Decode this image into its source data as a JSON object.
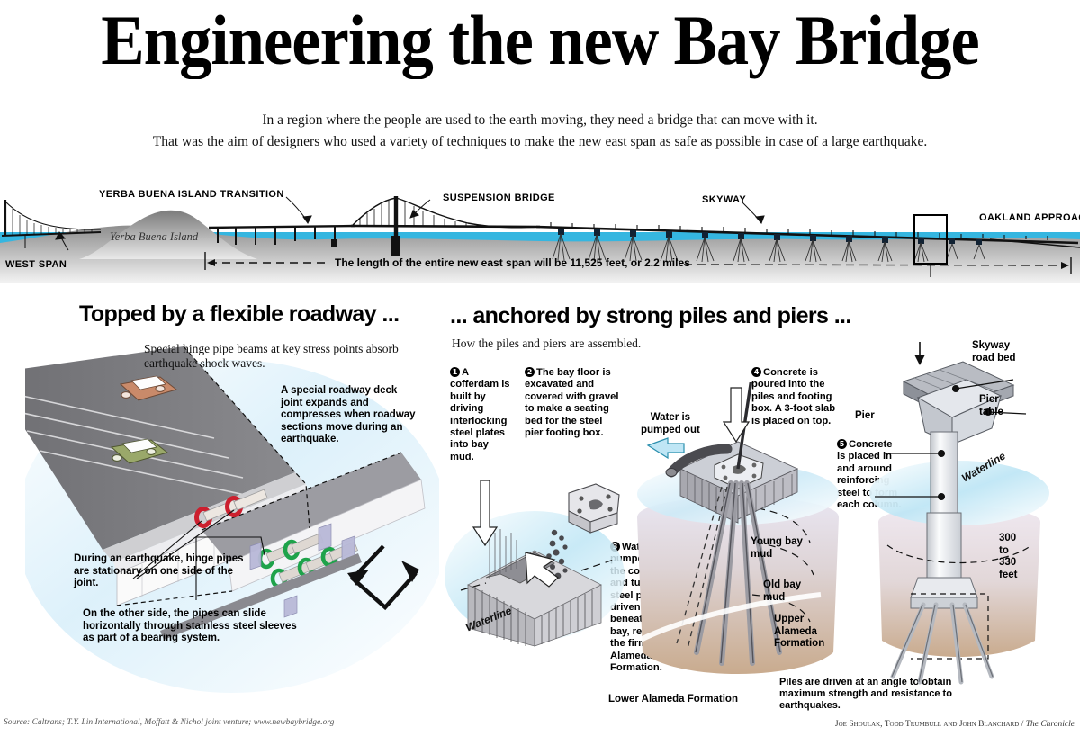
{
  "headline": "Engineering the new Bay Bridge",
  "deck": {
    "line1": "In a region where the people are used to the earth moving, they need a bridge that can move with it.",
    "line2": "That was the aim of designers who used a variety of techniques to make the new east span as safe as possible in case of a large earthquake."
  },
  "elevation": {
    "labels": {
      "west_span": "WEST SPAN",
      "yerba_buena_transition": "YERBA BUENA ISLAND TRANSITION",
      "suspension_bridge": "SUSPENSION BRIDGE",
      "skyway": "SKYWAY",
      "oakland_approach": "OAKLAND APPROACH",
      "island": "Yerba Buena Island"
    },
    "span_note": "The length of the entire new east span will be 11,525 feet, or 2.2 miles"
  },
  "left_panel": {
    "title": "Topped by a flexible roadway ...",
    "note_hinge": "Special hinge pipe beams at key stress points absorb earthquake shock waves.",
    "note_joint": "A special roadway deck joint expands and compresses when roadway sections move during an earthquake.",
    "note_stationary": "During an earthquake, hinge pipes are stationary on one side of the joint.",
    "note_slide": "On the other side, the pipes can slide horizontally through stainless steel sleeves as part of a bearing system."
  },
  "right_panel": {
    "title": "... anchored by strong piles and piers ...",
    "intro": "How the piles and piers are assembled.",
    "steps": [
      {
        "num": "1",
        "text": "A cofferdam is built by driving interlocking steel plates into bay mud."
      },
      {
        "num": "2",
        "text": "The bay floor is excavated and covered with gravel to make a seating bed for the steel pier footing box."
      },
      {
        "num": "3",
        "text": "Water is pumped out of the cofferdam, and tubular steel piles are driven deep beneath the bay, reaching the firmer Alameda Formation."
      },
      {
        "num": "4",
        "text": "Concrete is poured into the piles and footing box. A 3-foot slab is placed on top."
      },
      {
        "num": "5",
        "text": "Concrete is placed in and around reinforcing steel to form each column."
      }
    ],
    "callouts": {
      "water_pumped_out": "Water is\npumped out",
      "waterline_1": "Waterline",
      "waterline_2": "Waterline",
      "young_bay_mud": "Young bay\nmud",
      "old_bay_mud": "Old bay\nmud",
      "upper_alameda": "Upper\nAlameda\nFormation",
      "lower_alameda": "Lower Alameda Formation",
      "piles_angle": "Piles are driven at an angle to obtain maximum strength and resistance to earthquakes.",
      "skyway_road_bed": "Skyway\nroad bed",
      "pier_table": "Pier\ntable",
      "pier": "Pier",
      "depth": "300\nto\n330\nfeet"
    }
  },
  "footer": {
    "source": "Source: Caltrans; T.Y. Lin International, Moffatt & Nichol joint venture; www.newbaybridge.org",
    "credit_names": "Joe Shoulak, Todd Trumbull and John Blanchard / ",
    "credit_pub": "The Chronicle"
  },
  "colors": {
    "water": "#35b6e0",
    "land": "#9a9a9a",
    "accent_red": "#cc1f2e",
    "accent_green": "#1ea34a",
    "sand": "#c9ab8e",
    "halo": "#bfe6f5"
  }
}
